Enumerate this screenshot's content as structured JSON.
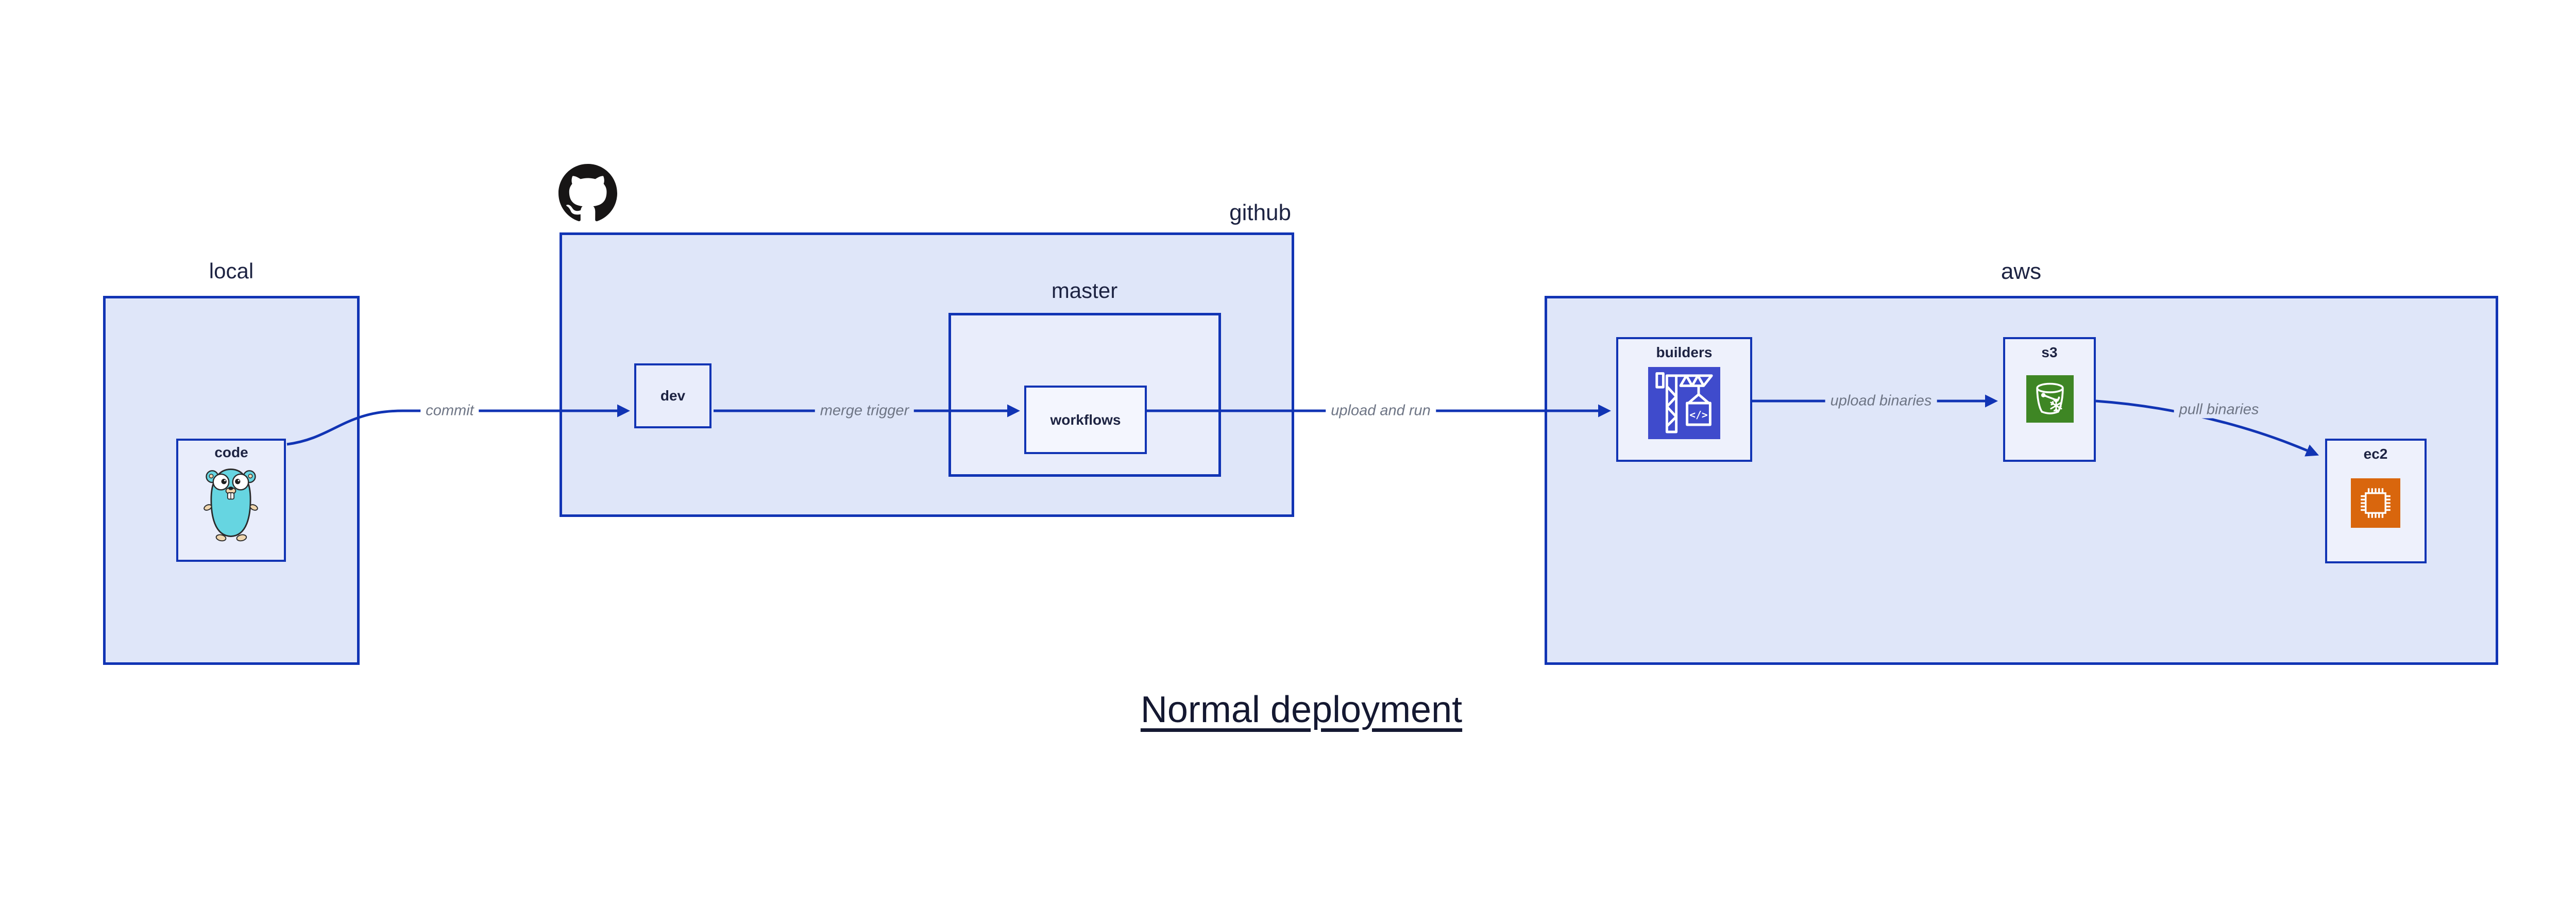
{
  "title": {
    "text": "Normal deployment"
  },
  "groups": {
    "local": {
      "label": "local"
    },
    "github": {
      "label": "github"
    },
    "master": {
      "label": "master"
    },
    "aws": {
      "label": "aws"
    }
  },
  "nodes": {
    "code": {
      "label": "code",
      "icon": "go-gopher"
    },
    "dev": {
      "label": "dev"
    },
    "workflows": {
      "label": "workflows"
    },
    "builders": {
      "label": "builders",
      "icon": "aws-codebuild-crane"
    },
    "s3": {
      "label": "s3",
      "icon": "aws-s3-glacier-bucket"
    },
    "ec2": {
      "label": "ec2",
      "icon": "aws-ec2-chip"
    }
  },
  "edges": {
    "commit": {
      "label": "commit",
      "from": "code",
      "to": "dev"
    },
    "merge_trigger": {
      "label": "merge trigger",
      "from": "dev",
      "to": "workflows"
    },
    "upload_and_run": {
      "label": "upload and run",
      "from": "workflows",
      "to": "builders"
    },
    "upload_binaries": {
      "label": "upload binaries",
      "from": "builders",
      "to": "s3"
    },
    "pull_binaries": {
      "label": "pull binaries",
      "from": "s3",
      "to": "ec2"
    }
  },
  "icons": {
    "github_logo": "github-octocat-mark"
  },
  "colors": {
    "border_blue": "#1134b4",
    "arrow_blue": "#1134b4",
    "group_fill": "#dfe6f9",
    "node_fill": "#eef1fc",
    "edge_label_gray": "#6e7585",
    "text_navy": "#1d2342",
    "codebuild_bg": "#3f4bcc",
    "s3_bg": "#3e8624",
    "ec2_bg": "#d9660d",
    "gopher_teal": "#66d5e1"
  }
}
